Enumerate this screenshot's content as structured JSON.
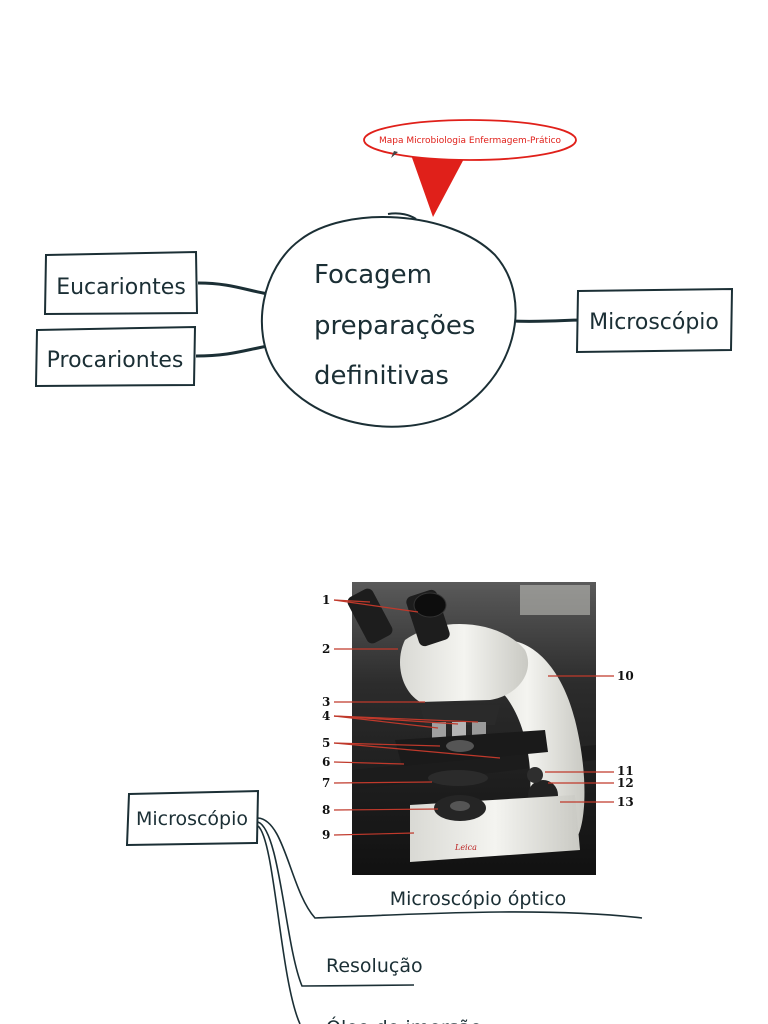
{
  "mindmap": {
    "central_topic": [
      "Focagem",
      "preparações",
      "definitivas"
    ],
    "callout": "Mapa Microbiologia Enfermagem-Prático",
    "left_nodes": [
      "Eucariontes",
      "Procariontes"
    ],
    "right_node": "Microscópio"
  },
  "microscope_figure": {
    "callout_numbers": [
      "1",
      "2",
      "3",
      "4",
      "5",
      "6",
      "7",
      "8",
      "9",
      "10",
      "11",
      "12",
      "13"
    ],
    "brand_mark": "Leica"
  },
  "branch": {
    "root": "Microscópio",
    "children": [
      "Microscópio óptico",
      "Resolução",
      "Óleo de imersão"
    ]
  },
  "colors": {
    "ink": "#1b2f35",
    "callout_red": "#e0201a",
    "photo_callout_line": "#c0392b"
  }
}
